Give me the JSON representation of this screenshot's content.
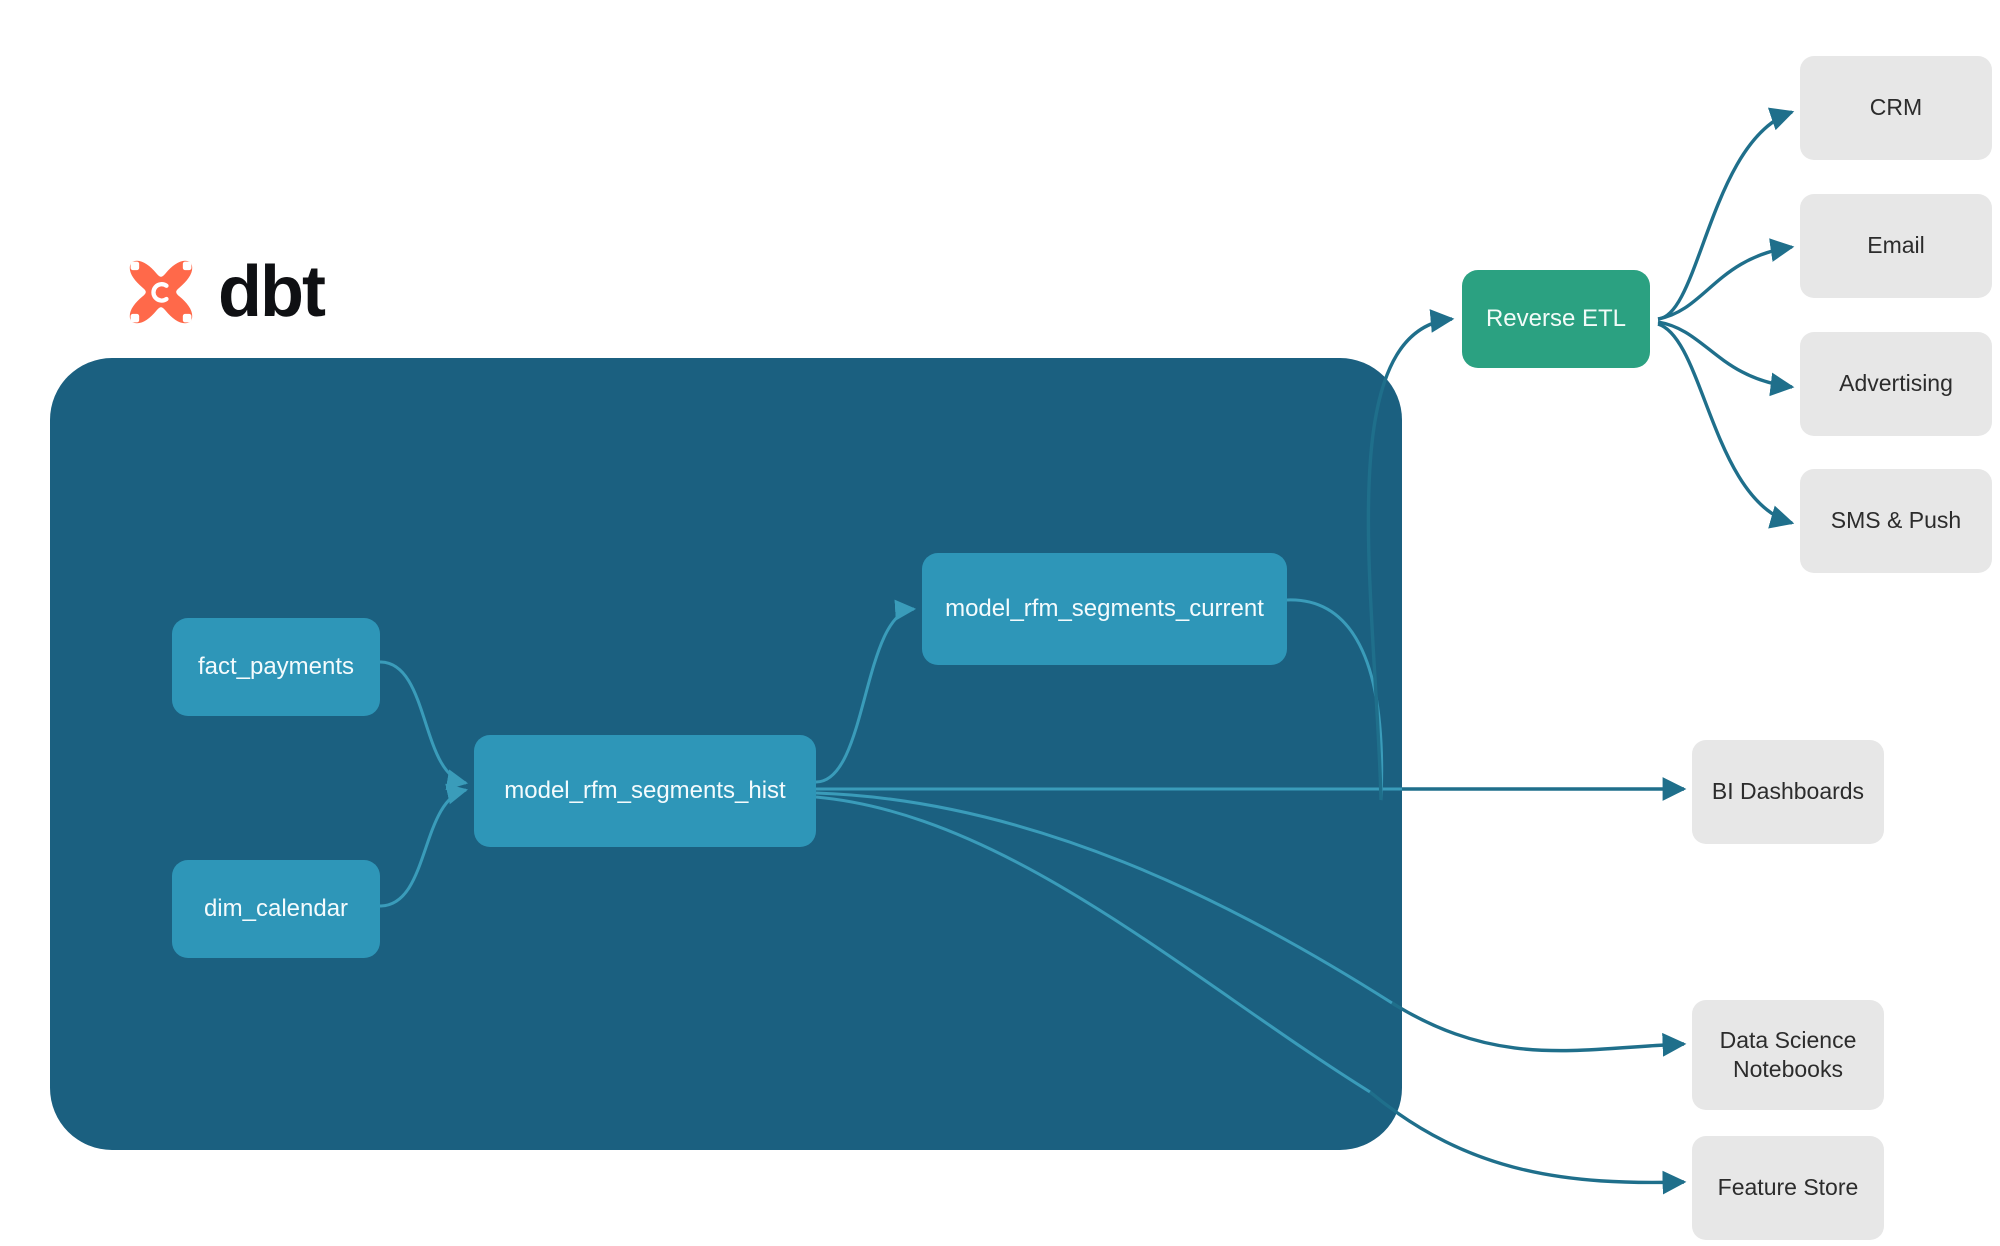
{
  "brand": {
    "logo_icon": "dbt-logo-icon",
    "wordmark": "dbt",
    "logo_color": "#FF694A"
  },
  "colors": {
    "warehouse_bg": "#1B6080",
    "model_node": "#2E96B8",
    "reverse_etl_node": "#2BA181",
    "destination_node": "#E7E7E7",
    "edge_outer": "#1F6F8B",
    "edge_inner": "#3A9CBA",
    "page_bg": "#FFFFFF"
  },
  "warehouse": {
    "label": "",
    "models": [
      {
        "id": "fact_payments",
        "label": "fact_payments"
      },
      {
        "id": "dim_calendar",
        "label": "dim_calendar"
      },
      {
        "id": "model_rfm_segments_hist",
        "label": "model_rfm_segments_hist"
      },
      {
        "id": "model_rfm_segments_current",
        "label": "model_rfm_segments_current"
      }
    ]
  },
  "activation": {
    "reverse_etl": {
      "label": "Reverse ETL"
    },
    "channels": [
      {
        "id": "crm",
        "label": "CRM"
      },
      {
        "id": "email",
        "label": "Email"
      },
      {
        "id": "advertising",
        "label": "Advertising"
      },
      {
        "id": "sms_push",
        "label": "SMS & Push"
      }
    ]
  },
  "consumers": [
    {
      "id": "bi_dashboards",
      "label": "BI Dashboards"
    },
    {
      "id": "ds_notebooks",
      "label": "Data Science\nNotebooks",
      "line1": "Data Science",
      "line2": "Notebooks"
    },
    {
      "id": "feature_store",
      "label": "Feature Store"
    }
  ],
  "edges": [
    {
      "from": "fact_payments",
      "to": "model_rfm_segments_hist",
      "style": "inner"
    },
    {
      "from": "dim_calendar",
      "to": "model_rfm_segments_hist",
      "style": "inner"
    },
    {
      "from": "model_rfm_segments_hist",
      "to": "model_rfm_segments_current",
      "style": "inner"
    },
    {
      "from": "model_rfm_segments_current",
      "to": "reverse_etl",
      "style": "outer"
    },
    {
      "from": "model_rfm_segments_hist",
      "to": "bi_dashboards",
      "style": "outer"
    },
    {
      "from": "model_rfm_segments_hist",
      "to": "ds_notebooks",
      "style": "outer"
    },
    {
      "from": "model_rfm_segments_hist",
      "to": "feature_store",
      "style": "outer"
    },
    {
      "from": "reverse_etl",
      "to": "crm",
      "style": "outer"
    },
    {
      "from": "reverse_etl",
      "to": "email",
      "style": "outer"
    },
    {
      "from": "reverse_etl",
      "to": "advertising",
      "style": "outer"
    },
    {
      "from": "reverse_etl",
      "to": "sms_push",
      "style": "outer"
    }
  ]
}
